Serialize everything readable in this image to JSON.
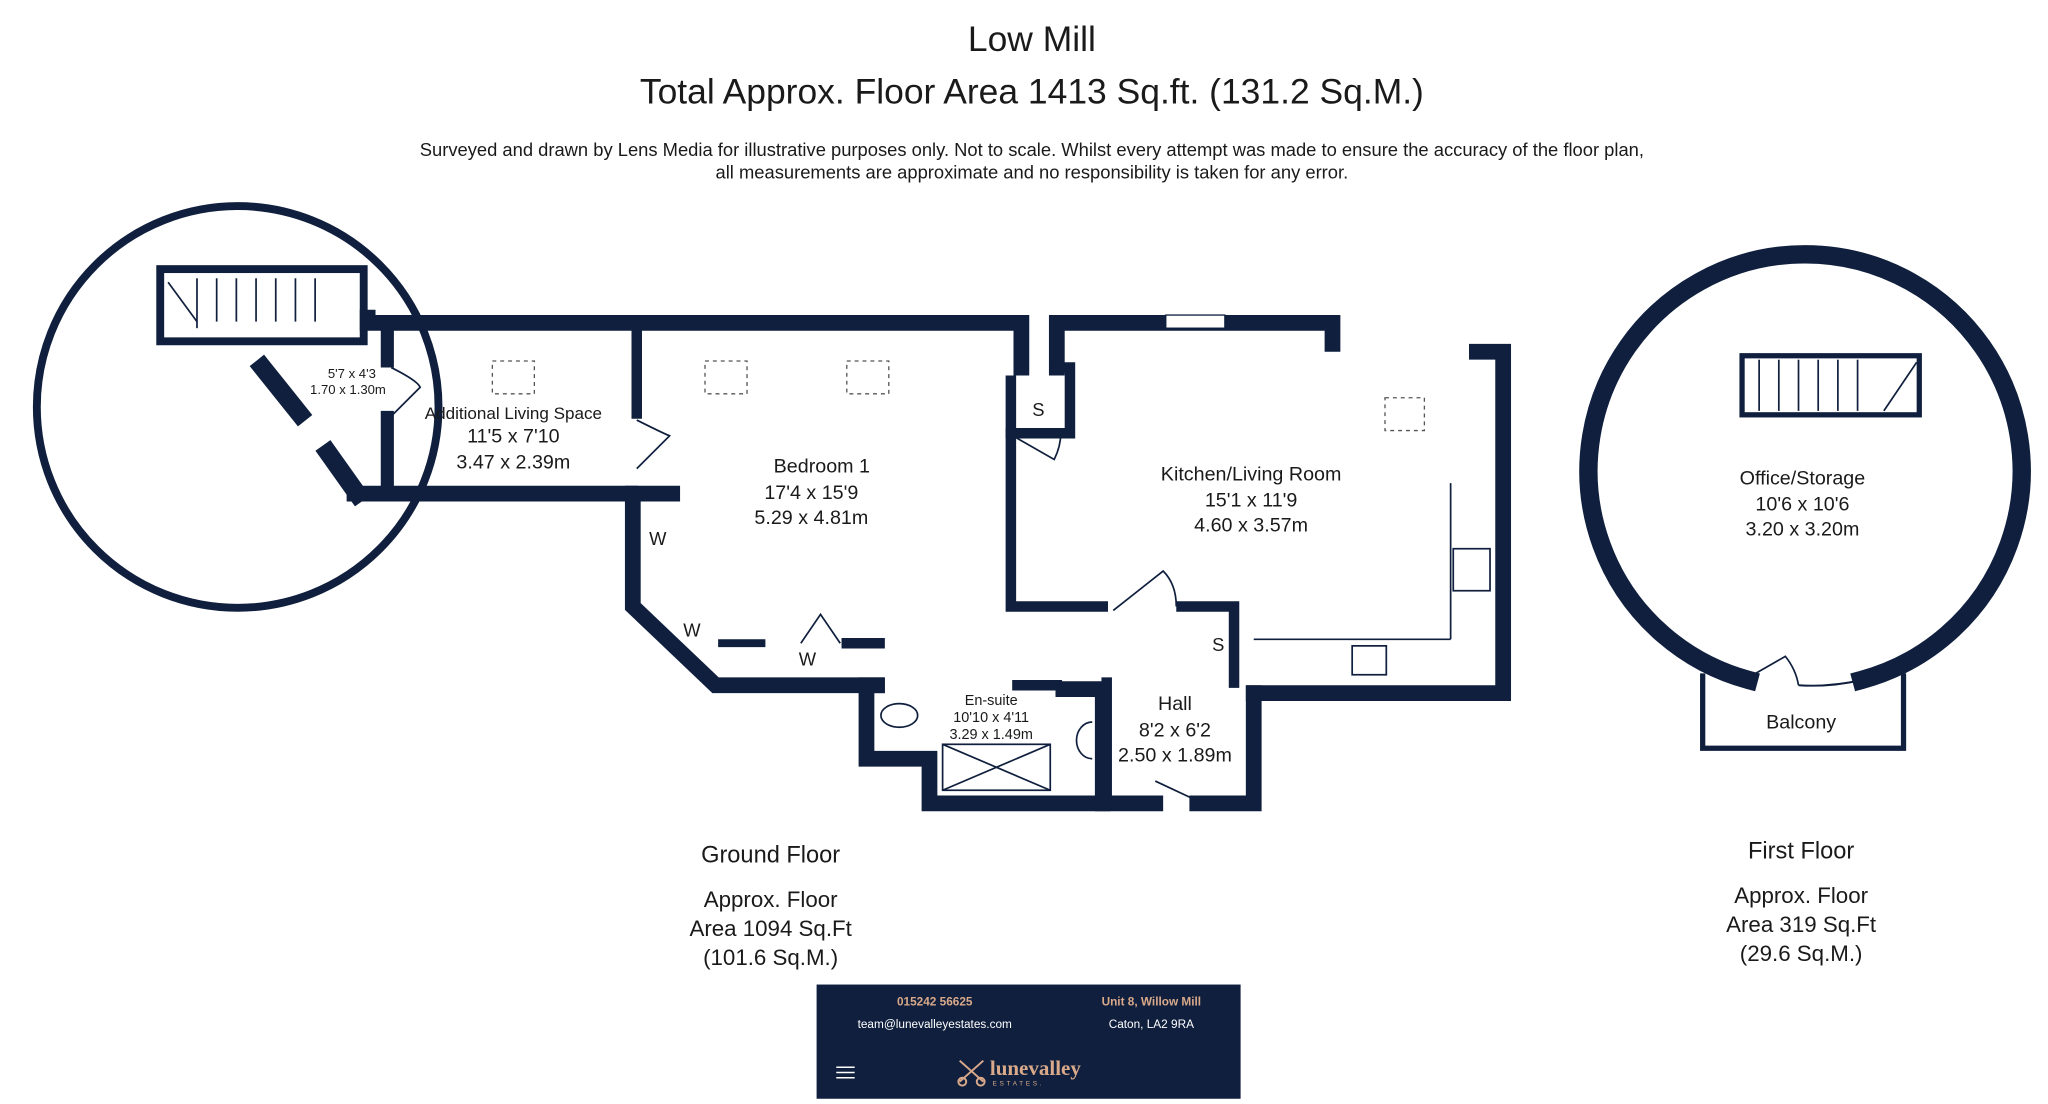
{
  "header": {
    "title": "Low Mill",
    "subtitle": "Total Approx. Floor Area 1413 Sq.ft. (131.2 Sq.M.)",
    "disclaimer_line1": "Surveyed and drawn by Lens Media for illustrative purposes only. Not to scale. Whilst every attempt was made to ensure the accuracy of the floor plan,",
    "disclaimer_line2": "all measurements are approximate and no responsibility is taken for any error."
  },
  "rooms": {
    "landing": {
      "imperial": "5'7 x 4'3",
      "metric": "1.70 x 1.30m"
    },
    "additional": {
      "name": "Additional Living Space",
      "imperial": "11'5 x 7'10",
      "metric": "3.47 x 2.39m"
    },
    "bedroom": {
      "name": "Bedroom 1",
      "imperial": "17'4 x 15'9",
      "metric": "5.29 x 4.81m"
    },
    "kitchen": {
      "name": "Kitchen/Living Room",
      "imperial": "15'1 x 11'9",
      "metric": "4.60 x 3.57m"
    },
    "ensuite": {
      "name": "En-suite",
      "imperial": "10'10 x 4'11",
      "metric": "3.29 x 1.49m"
    },
    "hall": {
      "name": "Hall",
      "imperial": "8'2 x 6'2",
      "metric": "2.50 x 1.89m"
    },
    "office": {
      "name": "Office/Storage",
      "imperial": "10'6 x 10'6",
      "metric": "3.20 x 3.20m"
    },
    "balcony": {
      "name": "Balcony"
    },
    "storage_label": "S",
    "wardrobe_label": "W"
  },
  "floors": {
    "ground": {
      "name": "Ground Floor",
      "line1": "Approx. Floor",
      "line2": "Area 1094 Sq.Ft",
      "line3": "(101.6 Sq.M.)"
    },
    "first": {
      "name": "First Floor",
      "line1": "Approx. Floor",
      "line2": "Area 319 Sq.Ft",
      "line3": "(29.6 Sq.M.)"
    }
  },
  "footer": {
    "phone": "015242 56625",
    "email": "team@lunevalleyestates.com",
    "address1": "Unit 8, Willow Mill",
    "address2": "Caton, LA2 9RA",
    "logo_text": "lunevalley",
    "logo_sub": "ESTATES.",
    "accent": "#d9a98a",
    "bg": "#0f1f3d"
  }
}
